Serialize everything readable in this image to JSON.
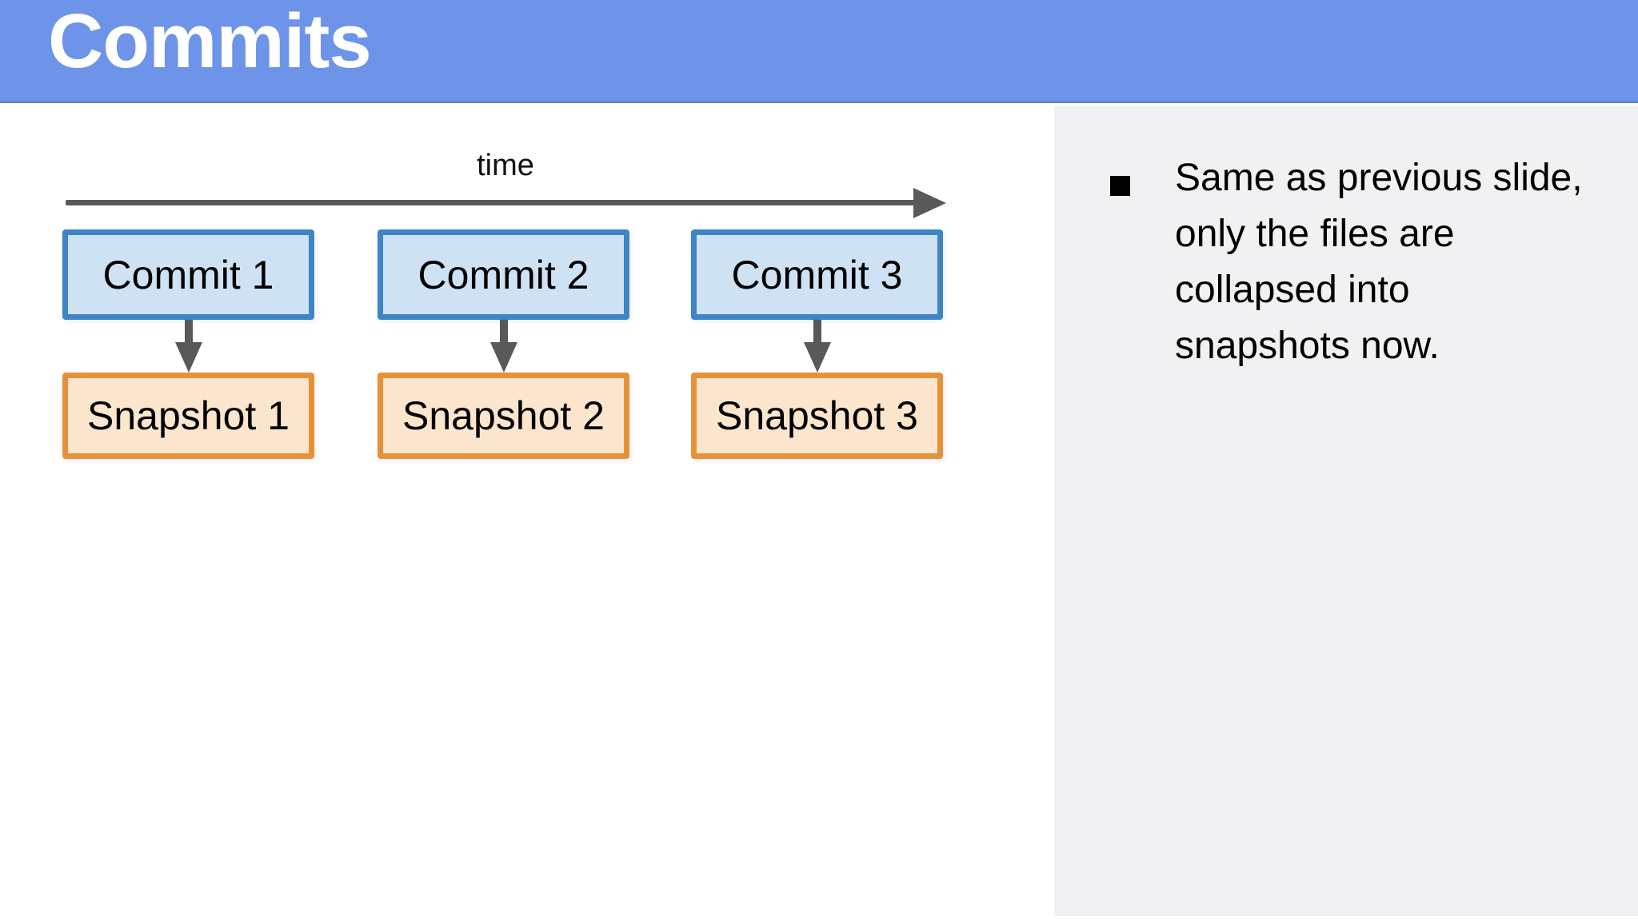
{
  "header": {
    "title": "Commits"
  },
  "diagram": {
    "time_label": "time",
    "columns": [
      {
        "commit": "Commit 1",
        "snapshot": "Snapshot 1"
      },
      {
        "commit": "Commit 2",
        "snapshot": "Snapshot 2"
      },
      {
        "commit": "Commit 3",
        "snapshot": "Snapshot 3"
      }
    ]
  },
  "notes": {
    "bullet_icon": "black-square-bullet",
    "lines": [
      "Same as previous slide,",
      "only the files are",
      "collapsed into",
      "snapshots now."
    ]
  },
  "colors": {
    "header_blue": "#6d94e8",
    "title_text": "#ffffff",
    "commit_fill": "#cfe2f3",
    "commit_border": "#3d85c6",
    "snapshot_fill": "#fce5cd",
    "snapshot_border": "#e69138",
    "arrow_gray": "#595959",
    "panel_gray": "#f1f1f3"
  }
}
